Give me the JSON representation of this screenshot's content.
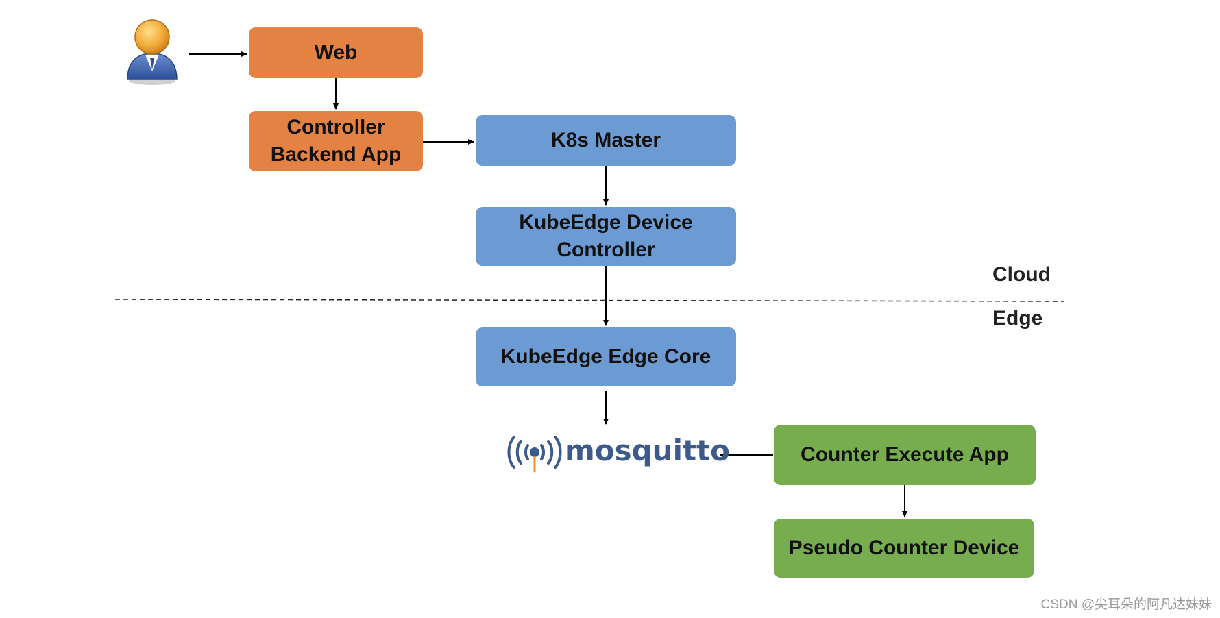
{
  "diagram": {
    "nodes": {
      "web": "Web",
      "controller_backend": "Controller\nBackend App",
      "k8s_master": "K8s Master",
      "kubeedge_device_controller": "KubeEdge Device\nController",
      "kubeedge_edge_core": "KubeEdge Edge Core",
      "mosquitto": "mosquitto",
      "counter_execute_app": "Counter Execute App",
      "pseudo_counter_device": "Pseudo Counter Device"
    },
    "zones": {
      "cloud": "Cloud",
      "edge": "Edge"
    },
    "edges": [
      {
        "from": "user",
        "to": "web"
      },
      {
        "from": "web",
        "to": "controller_backend"
      },
      {
        "from": "controller_backend",
        "to": "k8s_master"
      },
      {
        "from": "k8s_master",
        "to": "kubeedge_device_controller"
      },
      {
        "from": "kubeedge_device_controller",
        "to": "kubeedge_edge_core"
      },
      {
        "from": "kubeedge_edge_core",
        "to": "mosquitto"
      },
      {
        "from": "counter_execute_app",
        "to": "mosquitto"
      },
      {
        "from": "counter_execute_app",
        "to": "pseudo_counter_device"
      }
    ],
    "colors": {
      "orange": "#e38242",
      "blue": "#6b9bd2",
      "green": "#78ad4f",
      "mosquitto_text": "#3c5a8c",
      "mosquitto_accent": "#e8932c"
    },
    "icons": {
      "user": "user-icon",
      "mosquitto_logo": "mosquitto-logo-icon"
    }
  },
  "watermark": "CSDN @尖耳朵的阿凡达妹妹"
}
